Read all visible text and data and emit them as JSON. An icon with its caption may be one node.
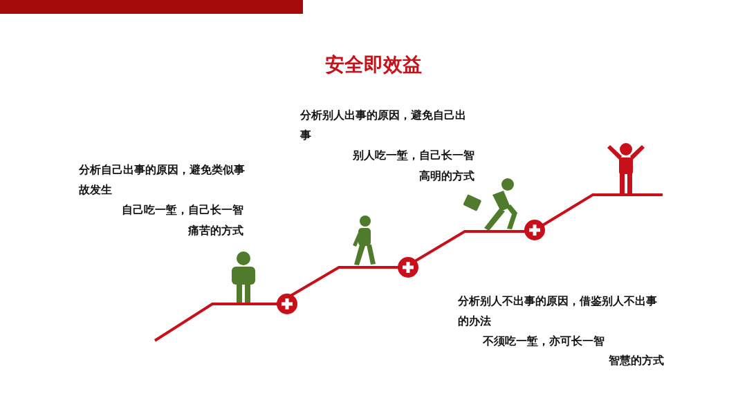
{
  "diagram": {
    "title": "安全即效益",
    "labels": [
      "分析别人出事的原因，避免自己出事",
      "别人吃一堑，自己长一智",
      "高明的方式",
      "分析自己出事的原因，避免类似事故发生",
      "自己吃一堑，自己长一智",
      "痛苦的方式",
      "分析别人不出事的原因，借鉴别人不出事的办法",
      "不须吃一堑，亦可长一智",
      "智慧的方式"
    ]
  }
}
